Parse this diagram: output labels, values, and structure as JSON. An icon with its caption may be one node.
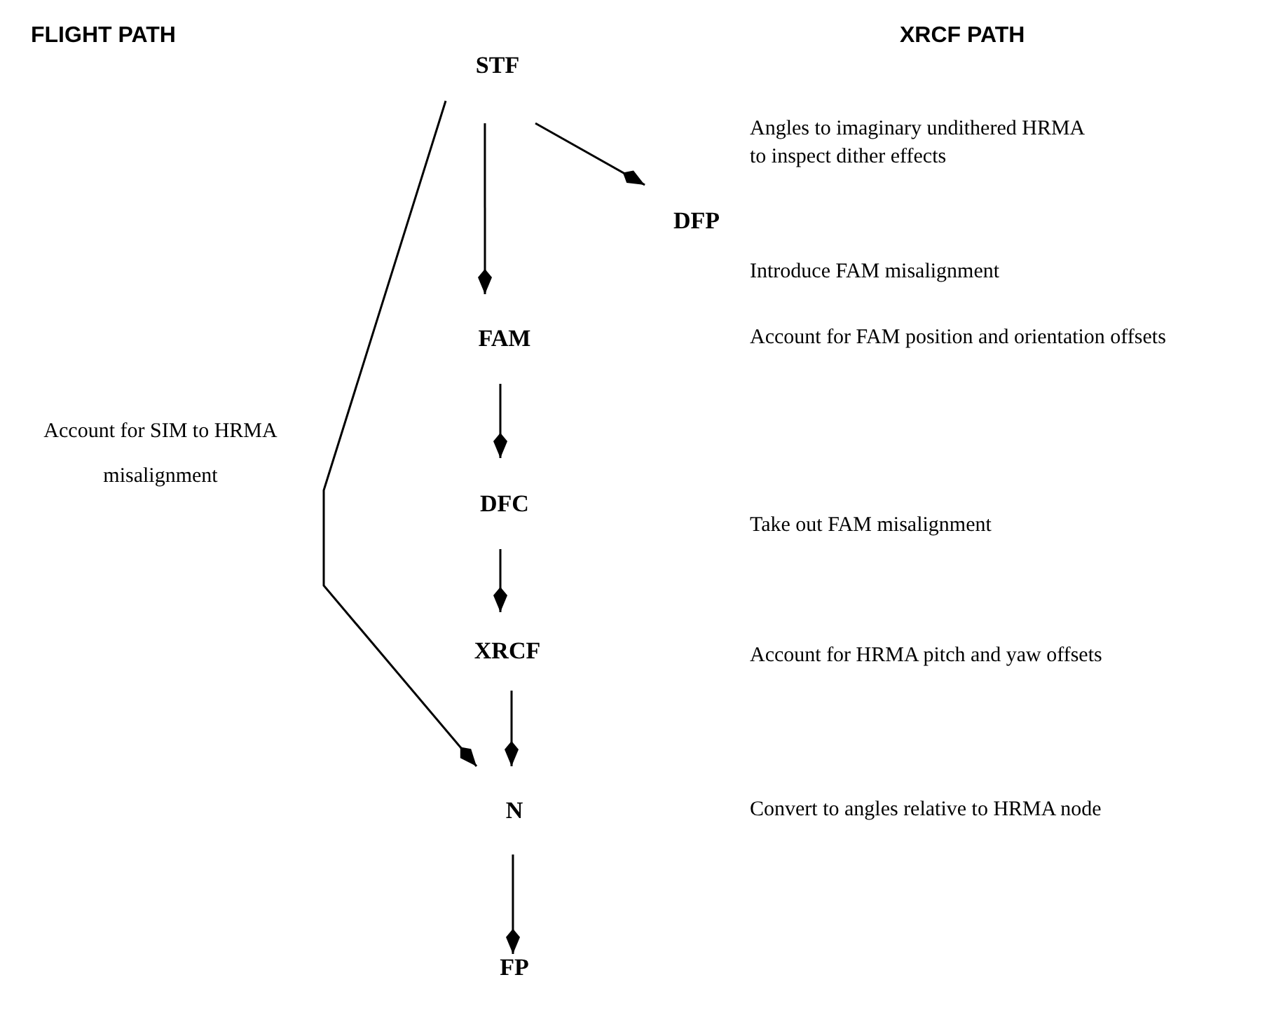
{
  "diagram": {
    "nodes": [
      {
        "text": [
          "STF"
        ]
      },
      {
        "text": [
          "DFP"
        ]
      },
      {
        "text": [
          "FAM"
        ]
      },
      {
        "text": [
          "DFC"
        ]
      },
      {
        "text": [
          "XRCF"
        ]
      },
      {
        "text": [
          "N"
        ]
      },
      {
        "text": [
          "FP"
        ]
      }
    ],
    "edges": [
      {
        "from": 0,
        "to": 1,
        "arrow": "to"
      },
      {
        "from": 0,
        "to": 2,
        "arrow": "to"
      },
      {
        "from": 2,
        "to": 3,
        "arrow": "to"
      },
      {
        "from": 3,
        "to": 4,
        "arrow": "to"
      },
      {
        "from": 4,
        "to": 5,
        "arrow": "to"
      },
      {
        "from": 0,
        "to": 5,
        "arrow": "to",
        "label": "Account for SIM to HRMA misalignment"
      },
      {
        "from": 5,
        "to": 6,
        "arrow": "to"
      }
    ],
    "labels": [
      "FLIGHT PATH",
      "XRCF PATH",
      "Angles to imaginary undithered HRMA to inspect dither effects",
      "Introduce FAM misalignment",
      "Account for FAM position and orientation offsets",
      "Take out FAM misalignment",
      "Account for HRMA pitch and yaw offsets",
      "Convert to angles relative to HRMA node"
    ]
  }
}
